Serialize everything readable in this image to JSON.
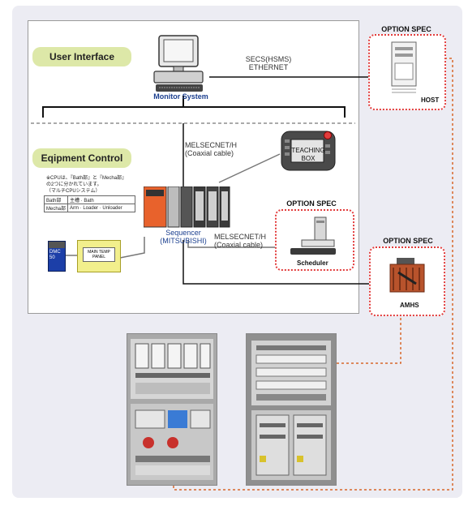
{
  "sections": {
    "user_interface": "User Interface",
    "equipment_control": "Eqipment Control"
  },
  "nodes": {
    "monitor_system": "Monitor System",
    "sequencer": "Sequencer\n(MITSUBISHI)",
    "teaching_box": "TEACHING\nBOX",
    "scheduler": "Scheduler",
    "host": "HOST",
    "amhs": "AMHS",
    "main_temp_panel": "MAIN TEMP\nPANEL",
    "dmc": "DMC\n50"
  },
  "links": {
    "secs": "SECS(HSMS)\nETHERNET",
    "melsec_1": "MELSECNET/H\n(Coaxial cable)",
    "melsec_2": "MELSECNET/H\n(Coaxial cable)"
  },
  "options": {
    "host_title": "OPTION SPEC",
    "scheduler_title": "OPTION SPEC",
    "amhs_title": "OPTION SPEC"
  },
  "note": {
    "text": "※CPUは、『Bath部』と『Mecha部』\nの2つに分かれています。\n（マルチCPUシステム）",
    "table": [
      [
        "Bath部",
        "主槽 · Bath"
      ],
      [
        "Mecha部",
        "Arm · Loader · Unloader"
      ]
    ]
  },
  "colors": {
    "pill": "#dde8a8",
    "option_border": "#e23c3c",
    "link_line": "#111111",
    "label_blue": "#1b3f8f"
  }
}
